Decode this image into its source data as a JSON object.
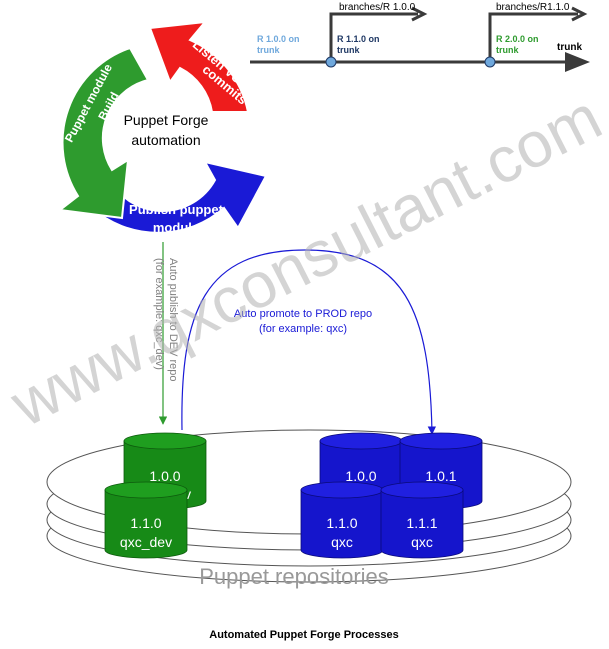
{
  "cycle": {
    "center_text": [
      "Puppet Forge",
      "automation"
    ],
    "green_segment": [
      "Puppet module",
      "Build"
    ],
    "red_segment": [
      "Listen VSC",
      "commits"
    ],
    "blue_segment": [
      "Publish puppet",
      "module"
    ],
    "colors": {
      "green": "#2e9b2e",
      "red": "#ee1c1c",
      "blue": "#1a1ad6"
    }
  },
  "timeline": {
    "trunk_label": "trunk",
    "branch_labels": [
      "branches/R 1.0.0",
      "branches/R1.1.0"
    ],
    "release_labels": [
      {
        "lines": [
          "R 1.0.0 on",
          "trunk"
        ],
        "color": "#6fa8dc"
      },
      {
        "lines": [
          "R 1.1.0 on",
          "trunk"
        ],
        "color": "#1f3864"
      },
      {
        "lines": [
          "R 2.0.0 on",
          "trunk"
        ],
        "color": "#2e9b2e"
      }
    ]
  },
  "flows": {
    "dev_publish": [
      "Auto publish to DEV repo",
      "(for example: qxc_dev)"
    ],
    "prod_promote": [
      "Auto promote to PROD repo",
      "(for example: qxc)"
    ]
  },
  "repositories": {
    "platform_label": "Puppet repositories",
    "dev": [
      {
        "version": "1.0.0",
        "name": "qxc_dev"
      },
      {
        "version": "1.1.0",
        "name": "qxc_dev"
      }
    ],
    "prod": [
      {
        "version": "1.0.0",
        "name": ""
      },
      {
        "version": "1.0.1",
        "name": ""
      },
      {
        "version": "1.1.0",
        "name": "qxc"
      },
      {
        "version": "1.1.1",
        "name": "qxc"
      }
    ]
  },
  "watermark": "www.qxconsultant.com",
  "caption": "Automated Puppet Forge Processes"
}
